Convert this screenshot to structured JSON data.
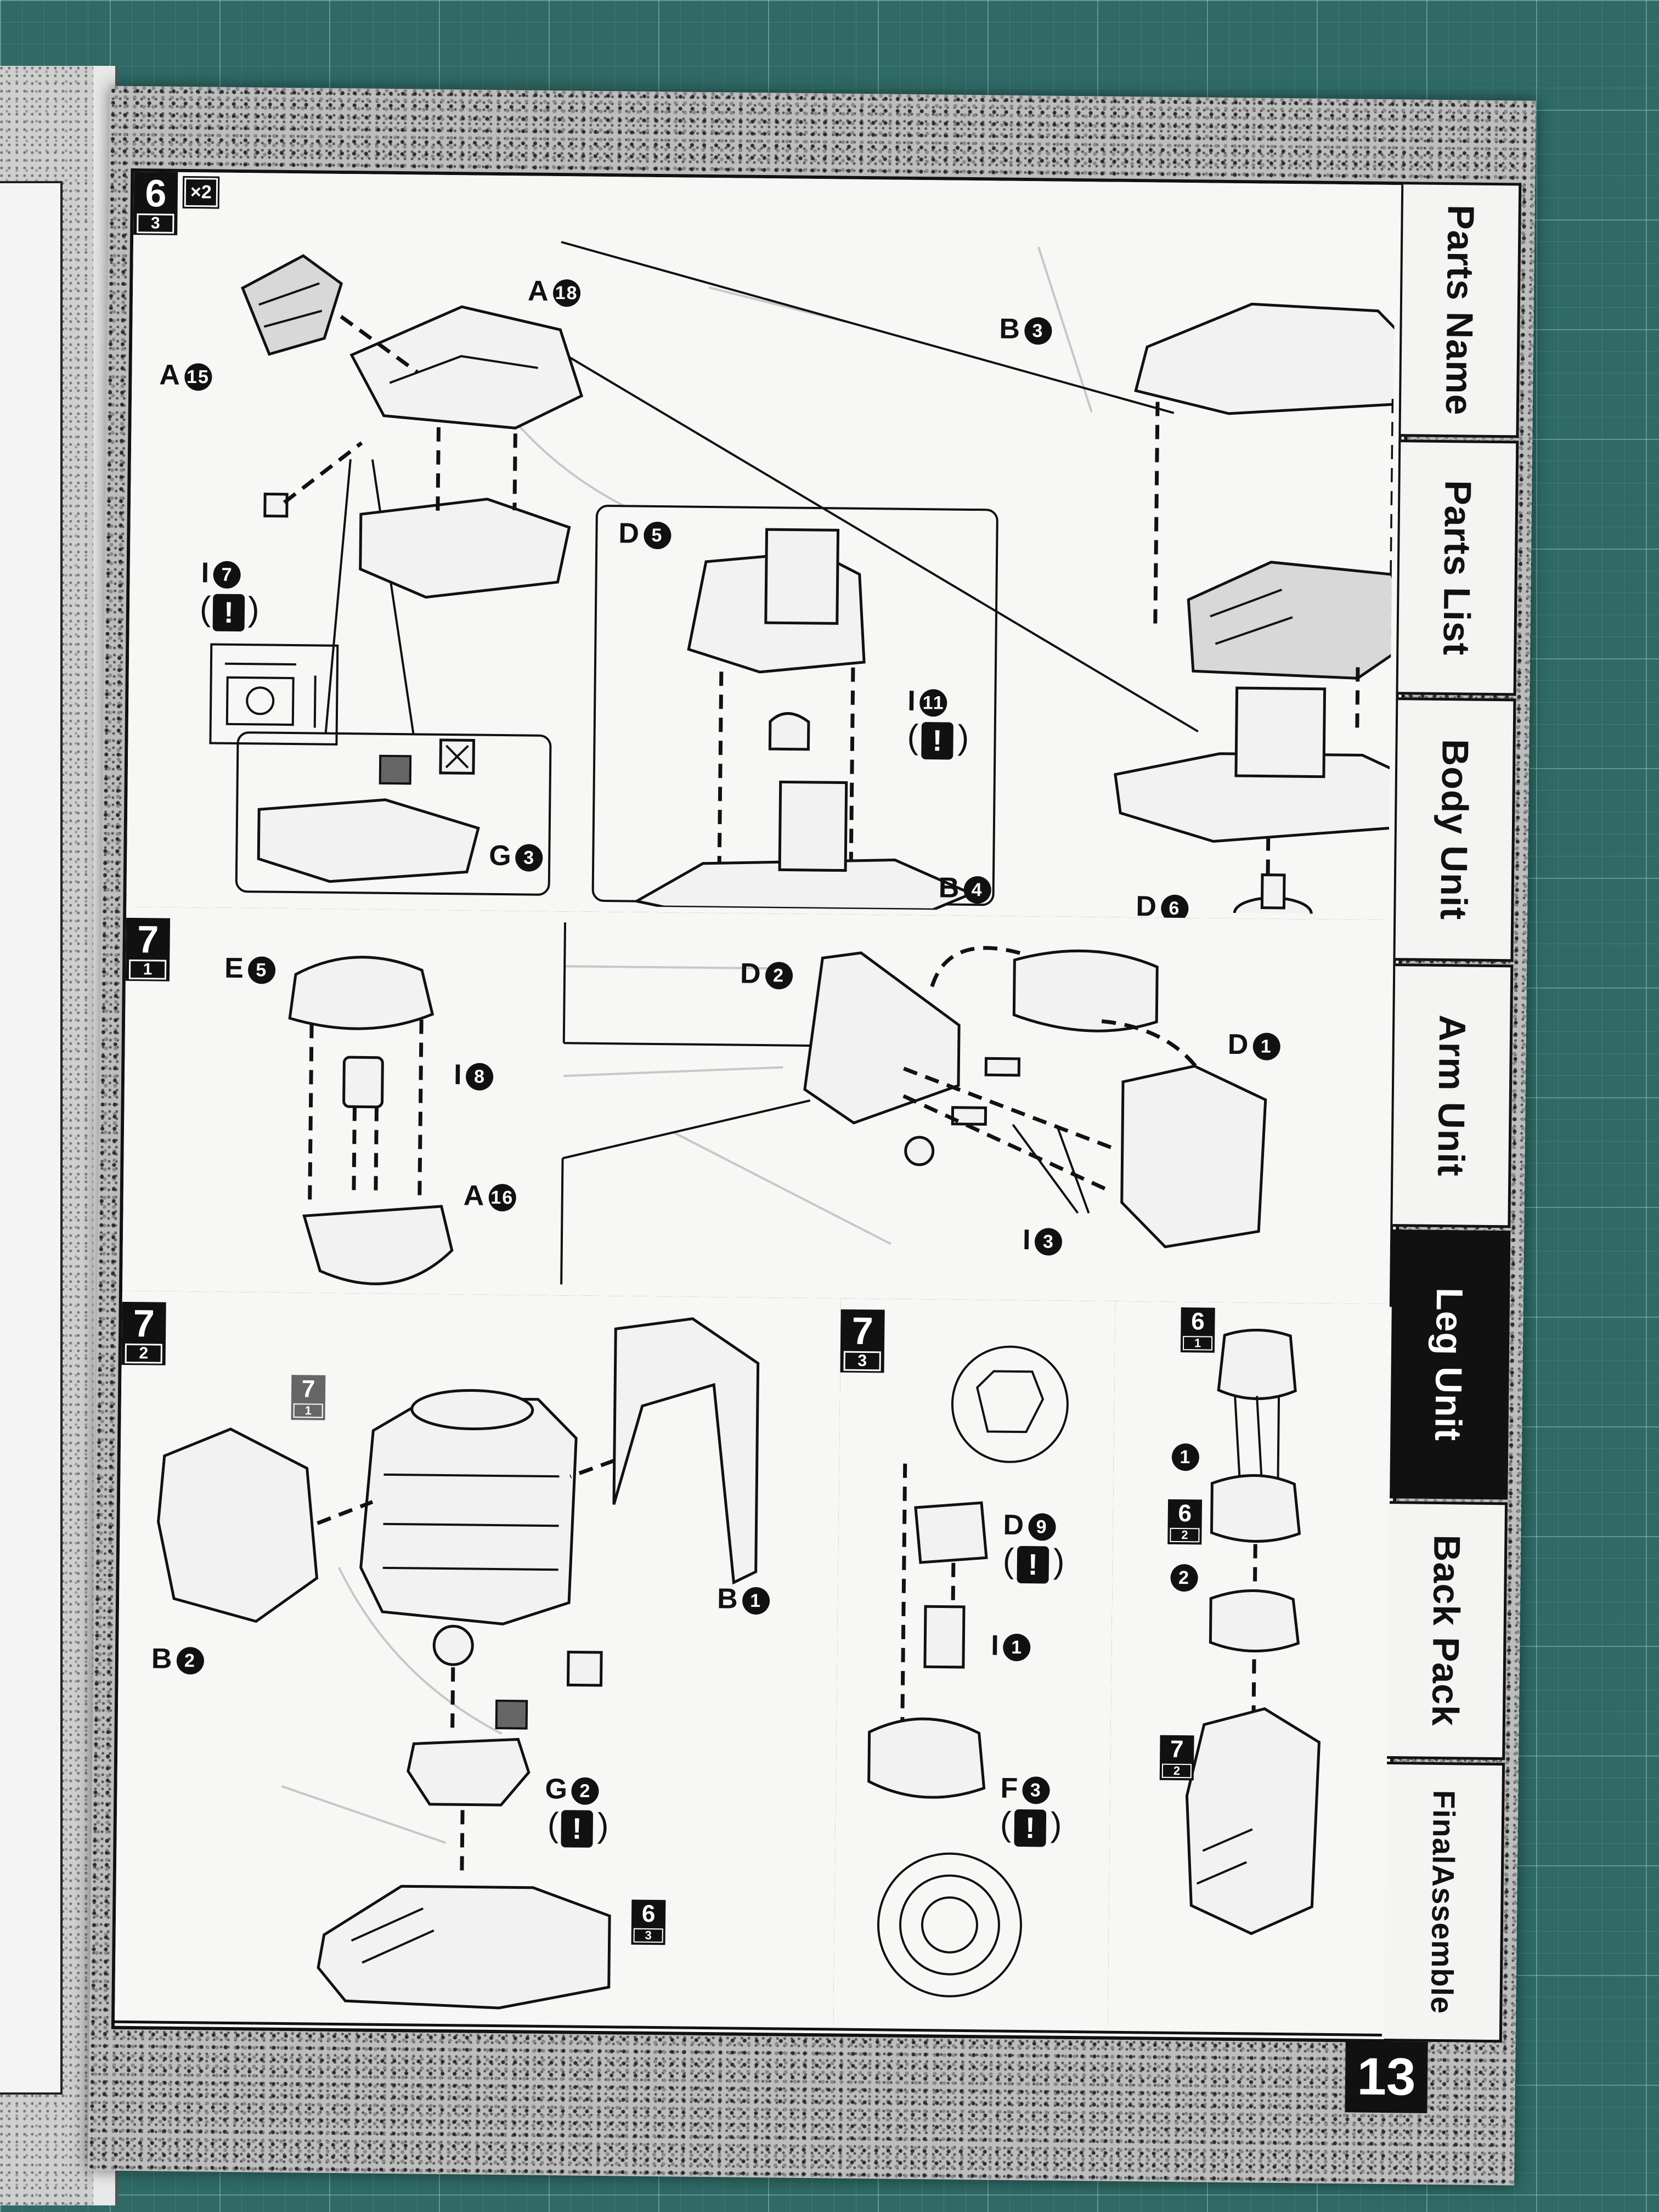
{
  "page_number": "13",
  "tabs": [
    {
      "label": "Parts Name",
      "active": false
    },
    {
      "label": "Parts List",
      "active": false
    },
    {
      "label": "Body Unit",
      "active": false
    },
    {
      "label": "Arm Unit",
      "active": false
    },
    {
      "label": "Leg Unit",
      "active": true
    },
    {
      "label": "Back Pack",
      "active": false
    },
    {
      "label": "FinalAssemble",
      "active": false
    }
  ],
  "warning_symbol": "!",
  "steps": {
    "s6_3": {
      "number": "6",
      "sub": "3",
      "multiplier": "×2",
      "parts": {
        "a18": {
          "letter": "A",
          "num": "18"
        },
        "a15": {
          "letter": "A",
          "num": "15"
        },
        "i7": {
          "letter": "I",
          "num": "7"
        },
        "g3": {
          "letter": "G",
          "num": "3"
        },
        "b3": {
          "letter": "B",
          "num": "3"
        },
        "d5": {
          "letter": "D",
          "num": "5"
        },
        "i11": {
          "letter": "I",
          "num": "11"
        },
        "b4": {
          "letter": "B",
          "num": "4"
        },
        "d6": {
          "letter": "D",
          "num": "6"
        }
      }
    },
    "s7_1": {
      "number": "7",
      "sub": "1",
      "parts": {
        "e5": {
          "letter": "E",
          "num": "5"
        },
        "i8": {
          "letter": "I",
          "num": "8"
        },
        "a16": {
          "letter": "A",
          "num": "16"
        },
        "d2": {
          "letter": "D",
          "num": "2"
        },
        "d1": {
          "letter": "D",
          "num": "1"
        },
        "i3": {
          "letter": "I",
          "num": "3"
        }
      }
    },
    "s7_2": {
      "number": "7",
      "sub": "2",
      "ref_7_1": {
        "num": "7",
        "sub": "1"
      },
      "ref_6_3": {
        "num": "6",
        "sub": "3"
      },
      "parts": {
        "b1": {
          "letter": "B",
          "num": "1"
        },
        "b2": {
          "letter": "B",
          "num": "2"
        },
        "g2": {
          "letter": "G",
          "num": "2"
        }
      }
    },
    "s7_3": {
      "number": "7",
      "sub": "3",
      "parts": {
        "d9": {
          "letter": "D",
          "num": "9"
        },
        "i1": {
          "letter": "I",
          "num": "1"
        },
        "f3": {
          "letter": "F",
          "num": "3"
        }
      }
    },
    "final": {
      "ref_6_1": {
        "num": "6",
        "sub": "1"
      },
      "ref_6_2": {
        "num": "6",
        "sub": "2"
      },
      "ref_7_2": {
        "num": "7",
        "sub": "2"
      },
      "order_1": "1",
      "order_2": "2"
    }
  },
  "icons": [
    "cutter-icon",
    "warning-icon",
    "marker-icon"
  ]
}
